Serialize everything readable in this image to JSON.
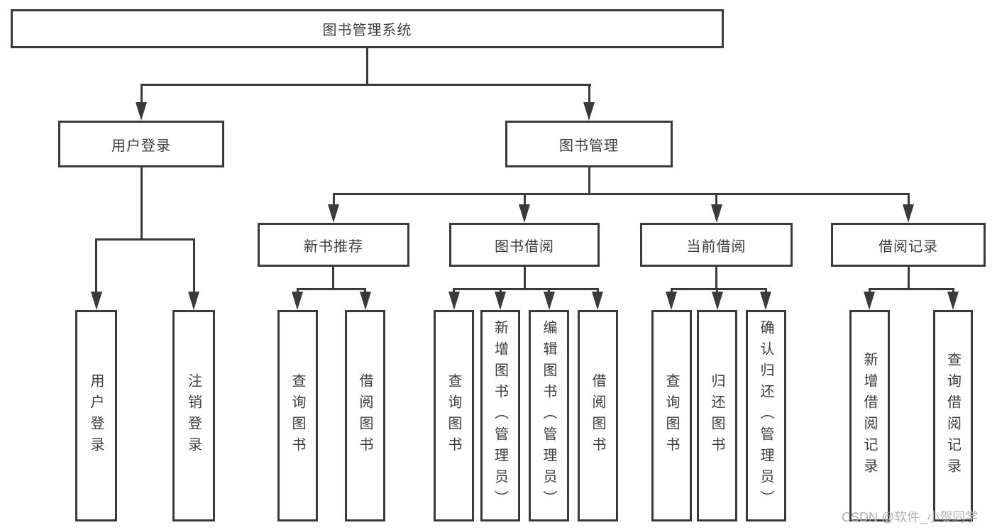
{
  "colors": {
    "line": "#3a3a3a",
    "text": "#3d3d3d",
    "watermark": "#b0b0b0",
    "background": "#ffffff"
  },
  "diagram": {
    "root": {
      "label": "图书管理系统"
    },
    "level2": [
      {
        "label": "用户登录"
      },
      {
        "label": "图书管理"
      }
    ],
    "level3": [
      {
        "label": "新书推荐"
      },
      {
        "label": "图书借阅"
      },
      {
        "label": "当前借阅"
      },
      {
        "label": "借阅记录"
      }
    ],
    "leaves": {
      "user_login": [
        "用户登录",
        "注销登录"
      ],
      "new_book_recommend": [
        "查询图书",
        "借阅图书"
      ],
      "book_borrow": [
        "查询图书",
        "新增图书（管理员）",
        "编辑图书（管理员）",
        "借阅图书"
      ],
      "current_borrow": [
        "查询图书",
        "归还图书",
        "确认归还（管理员）"
      ],
      "borrow_records": [
        "新增借阅记录",
        "查询借阅记录"
      ]
    }
  },
  "watermark": {
    "text": "CSDN @软件_小贺同学"
  }
}
